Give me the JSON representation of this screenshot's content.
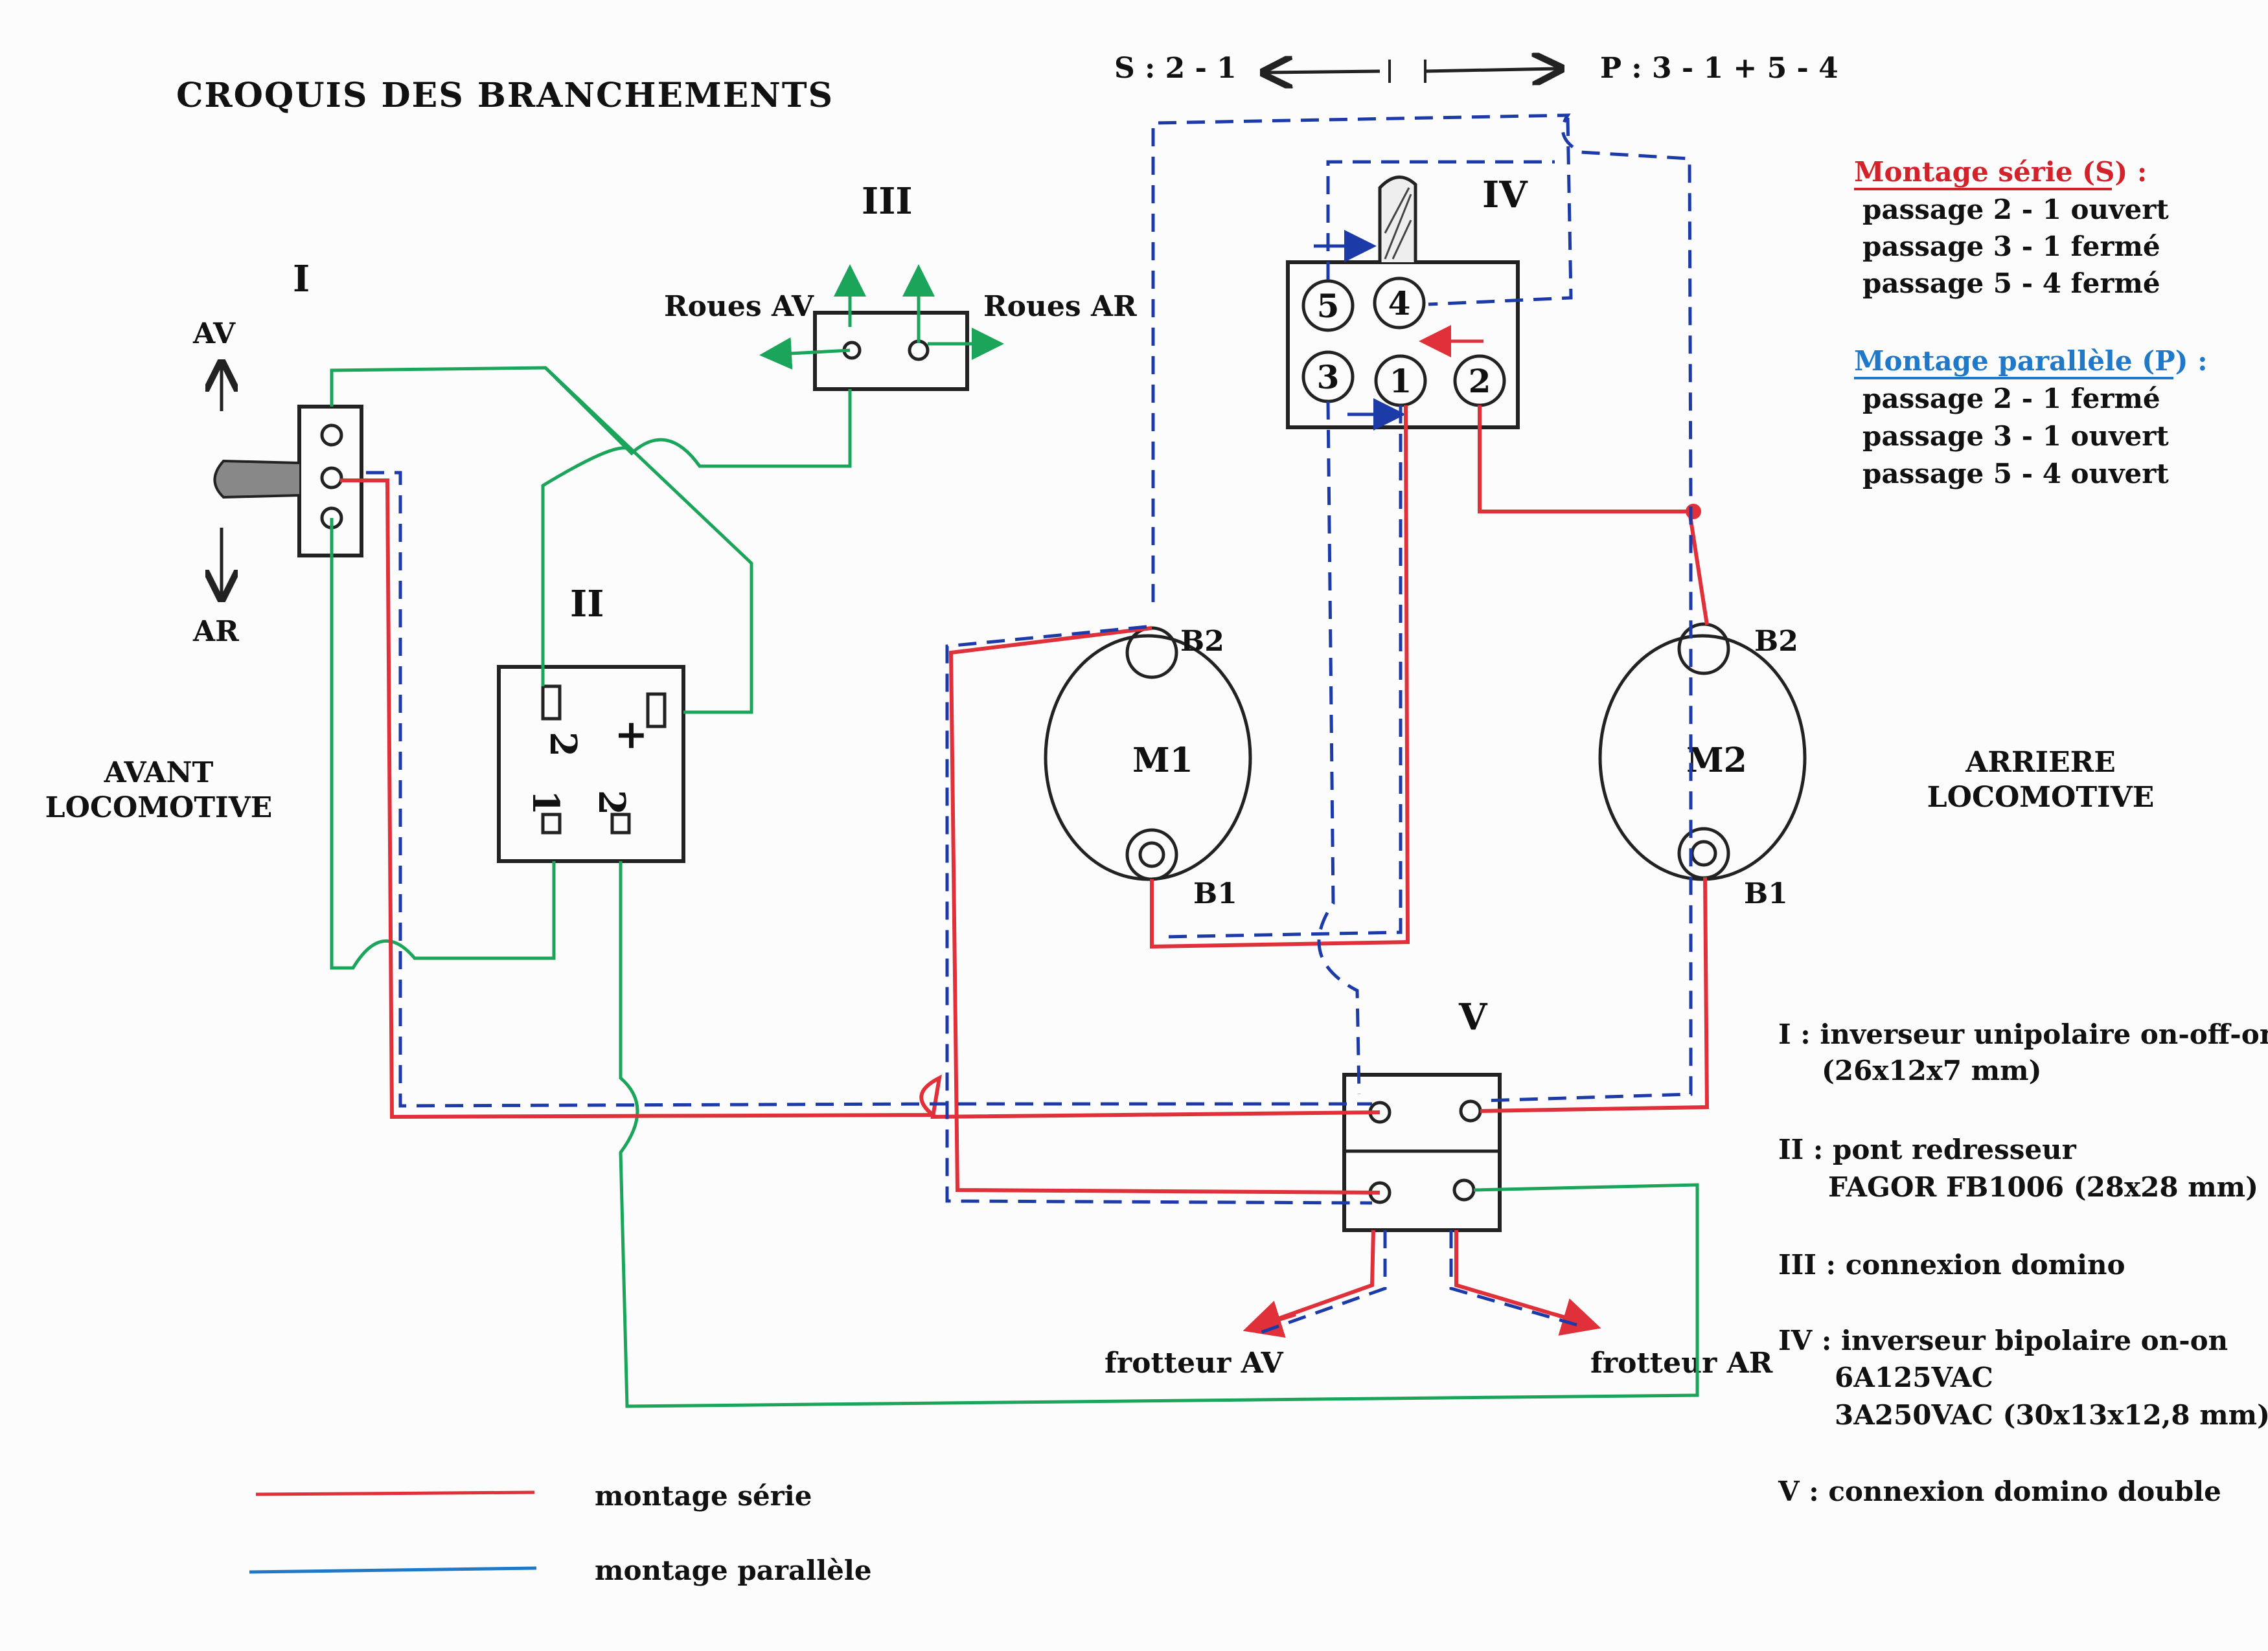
{
  "title": "CROQUIS DES BRANCHEMENTS",
  "top_switch": {
    "series_label": "S : 2 - 1",
    "parallel_label": "P : 3 - 1 + 5 - 4"
  },
  "components": {
    "I": "I",
    "II": "II",
    "III": "III",
    "IV": "IV",
    "V": "V"
  },
  "inverter_I": {
    "av": "AV",
    "ar": "AR"
  },
  "domino_III": {
    "left": "Roues AV",
    "right": "Roues AR"
  },
  "bridge_II": {
    "pin_tl": "2",
    "pin_tr": "+",
    "pin_bl": "1",
    "pin_br": "2"
  },
  "switch_IV_pins": [
    "5",
    "4",
    "3",
    "1",
    "2"
  ],
  "motors": {
    "m1": {
      "name": "M1",
      "b2": "B2",
      "b1": "B1"
    },
    "m2": {
      "name": "M2",
      "b2": "B2",
      "b1": "B1"
    }
  },
  "sides": {
    "front": [
      "AVANT",
      "LOCOMOTIVE"
    ],
    "rear": [
      "ARRIERE",
      "LOCOMOTIVE"
    ]
  },
  "pickups": {
    "front": "frotteur AV",
    "rear": "frotteur AR"
  },
  "modes": {
    "series": {
      "title": "Montage série (S) :",
      "lines": [
        "passage 2 - 1 ouvert",
        "passage 3 - 1 fermé",
        "passage 5 - 4 fermé"
      ],
      "color": "#d4222b"
    },
    "parallel": {
      "title": "Montage parallèle (P) :",
      "lines": [
        "passage 2 - 1 fermé",
        "passage 3 - 1 ouvert",
        "passage 5 - 4 ouvert"
      ],
      "color": "#1f78c8"
    }
  },
  "component_notes": {
    "I": [
      "I : inverseur unipolaire on-off-on",
      "(26x12x7 mm)"
    ],
    "II": [
      "II : pont redresseur",
      "FAGOR FB1006   (28x28 mm)"
    ],
    "III": [
      "III : connexion domino"
    ],
    "IV": [
      "IV : inverseur bipolaire on-on",
      "6A125VAC",
      "3A250VAC  (30x13x12,8 mm)"
    ],
    "V": [
      "V :  connexion domino double"
    ]
  },
  "legend": [
    {
      "label": "montage série",
      "color": "#e0303a"
    },
    {
      "label": "montage parallèle",
      "color": "#1f78c8"
    }
  ],
  "wire_colors": {
    "series": "#e0303a",
    "parallel": "#1c3aa8",
    "supply": "#1aa55a"
  }
}
